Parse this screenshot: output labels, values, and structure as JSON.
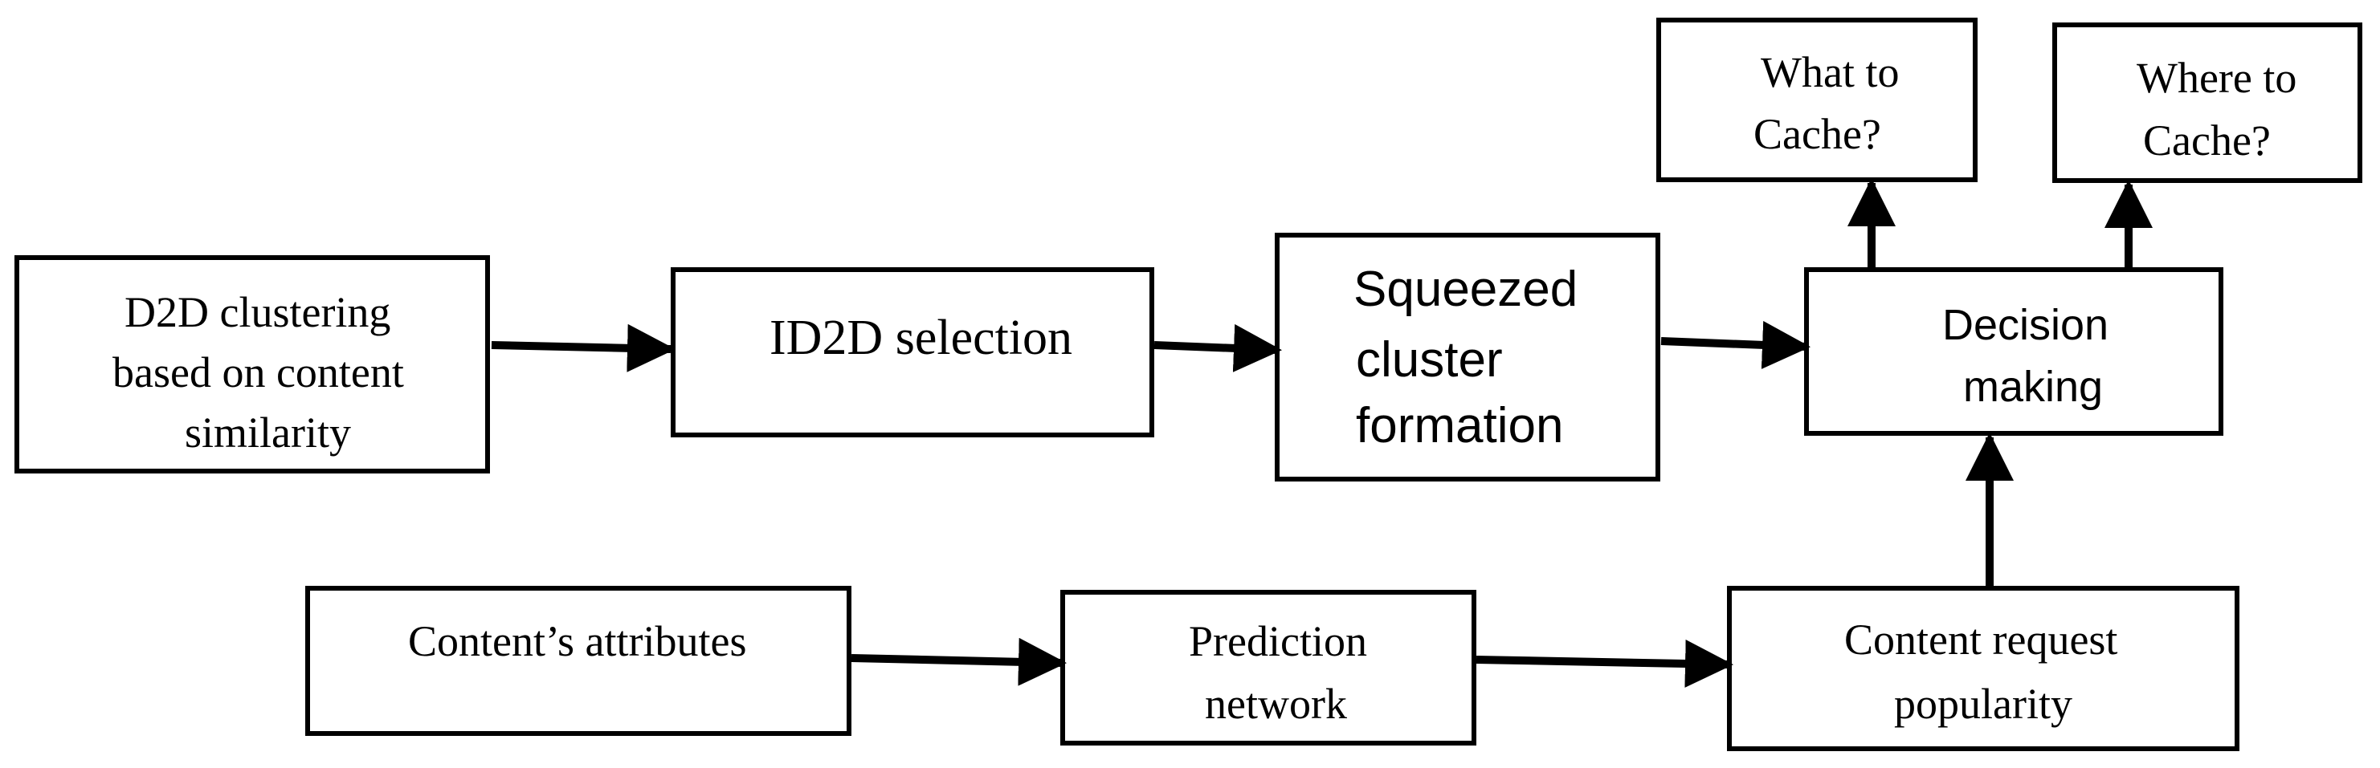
{
  "nodes": {
    "d2d_clustering": {
      "lines": [
        "D2D clustering",
        "based on content",
        "similarity"
      ]
    },
    "id2d_selection": {
      "lines": [
        "ID2D selection"
      ]
    },
    "squeezed_cluster": {
      "lines": [
        "Squeezed",
        "cluster",
        "formation"
      ]
    },
    "decision_making": {
      "lines": [
        "Decision",
        "making"
      ]
    },
    "what_to_cache": {
      "lines": [
        "What to",
        "Cache?"
      ]
    },
    "where_to_cache": {
      "lines": [
        "Where to",
        "Cache?"
      ]
    },
    "contents_attributes": {
      "lines": [
        "Content’s attributes"
      ]
    },
    "prediction_network": {
      "lines": [
        "Prediction",
        "network"
      ]
    },
    "content_request_popularity": {
      "lines": [
        "Content request",
        "popularity"
      ]
    }
  },
  "edges": [
    {
      "from": "d2d_clustering",
      "to": "id2d_selection"
    },
    {
      "from": "id2d_selection",
      "to": "squeezed_cluster"
    },
    {
      "from": "squeezed_cluster",
      "to": "decision_making"
    },
    {
      "from": "decision_making",
      "to": "what_to_cache"
    },
    {
      "from": "decision_making",
      "to": "where_to_cache"
    },
    {
      "from": "contents_attributes",
      "to": "prediction_network"
    },
    {
      "from": "prediction_network",
      "to": "content_request_popularity"
    },
    {
      "from": "content_request_popularity",
      "to": "decision_making"
    }
  ],
  "colors": {
    "stroke": "#000000",
    "background": "#ffffff",
    "text": "#000000"
  }
}
